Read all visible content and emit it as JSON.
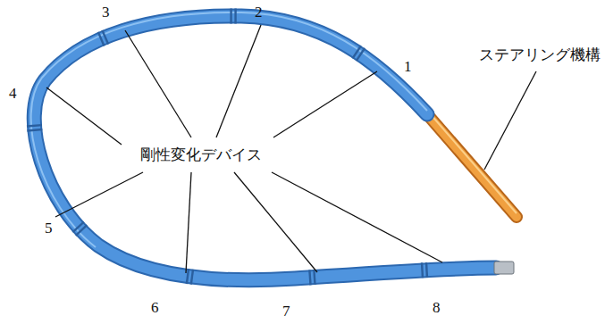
{
  "diagram": {
    "labels": [
      "1",
      "2",
      "3",
      "4",
      "5",
      "6",
      "7",
      "8",
      "剛性変化デバイス",
      "ステアリング機構"
    ]
  }
}
